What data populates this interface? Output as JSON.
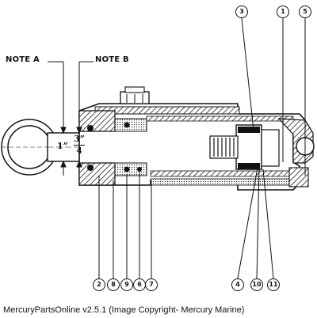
{
  "notes": {
    "note_a": "NOTE A",
    "note_b": "NOTE B"
  },
  "dimensions": {
    "rod_diameter": "1”",
    "fraction_numerator": "3”",
    "fraction_denominator": "4"
  },
  "callouts": {
    "top": [
      "3",
      "1",
      "5"
    ],
    "bottom": [
      "2",
      "8",
      "9",
      "6",
      "7",
      "4",
      "10",
      "11"
    ]
  },
  "caption": "MercuryPartsOnline v2.5.1 (Image Copyright- Mercury Marine)"
}
